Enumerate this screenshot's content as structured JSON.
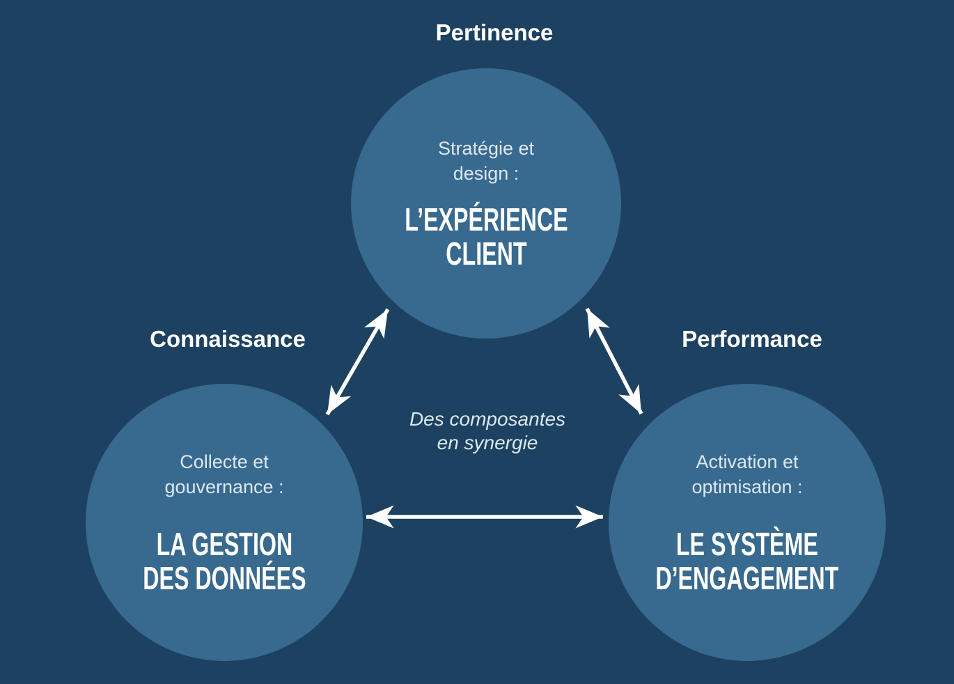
{
  "colors": {
    "background": "#1d4160",
    "circle": "#38698f",
    "text": "#ffffff",
    "muted-text": "#dce8f0"
  },
  "caption": {
    "lines": [
      "Des composantes",
      "en synergie"
    ]
  },
  "nodes": [
    {
      "id": "experience-client",
      "outer_label": "Pertinence",
      "subtitle_lines": [
        "Stratégie et",
        "design :"
      ],
      "title_lines": [
        "L’EXPÉRIENCE",
        "CLIENT"
      ]
    },
    {
      "id": "gestion-donnees",
      "outer_label": "Connaissance",
      "subtitle_lines": [
        "Collecte et",
        "gouvernance :"
      ],
      "title_lines": [
        "LA GESTION",
        "DES DONNÉES"
      ]
    },
    {
      "id": "systeme-engagement",
      "outer_label": "Performance",
      "subtitle_lines": [
        "Activation et",
        "optimisation :"
      ],
      "title_lines": [
        "LE SYSTÈME",
        "D’ENGAGEMENT"
      ]
    }
  ],
  "edges": [
    {
      "from": "experience-client",
      "to": "gestion-donnees",
      "type": "double-arrow"
    },
    {
      "from": "experience-client",
      "to": "systeme-engagement",
      "type": "double-arrow"
    },
    {
      "from": "gestion-donnees",
      "to": "systeme-engagement",
      "type": "double-arrow"
    }
  ]
}
